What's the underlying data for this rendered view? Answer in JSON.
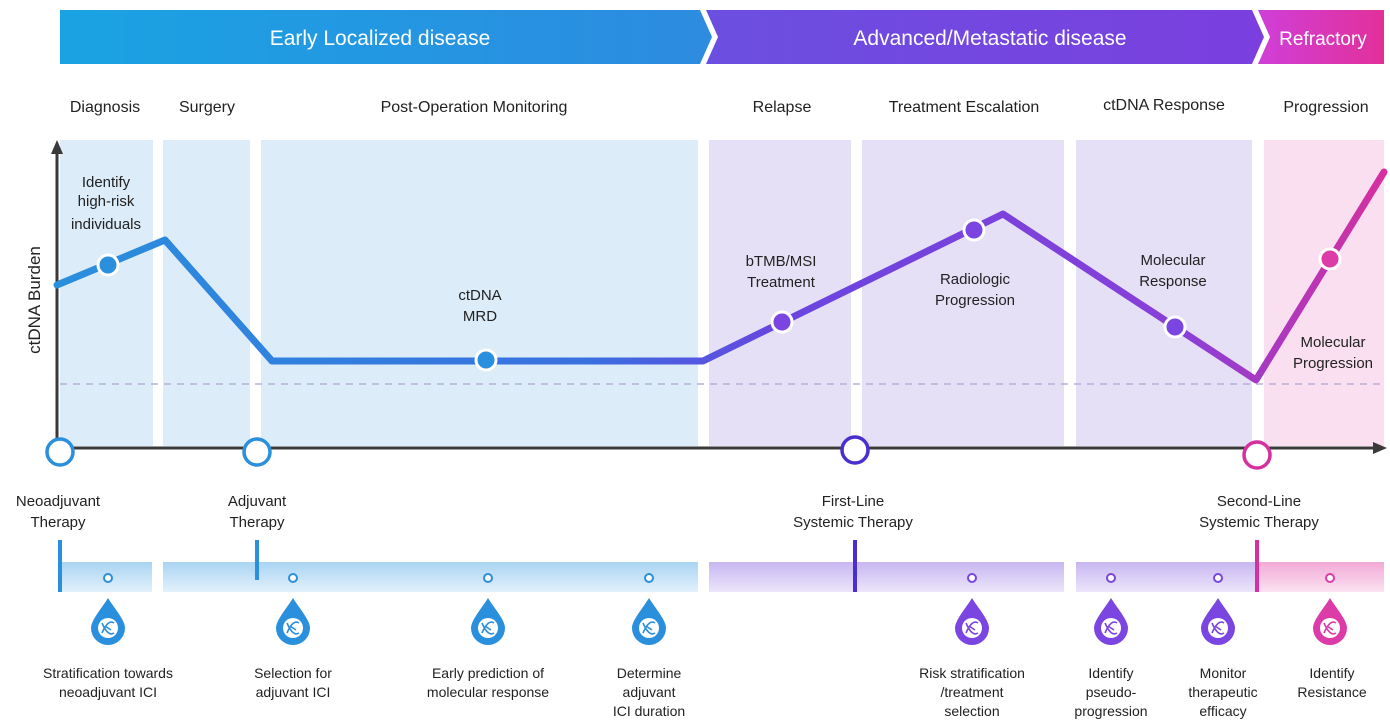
{
  "phases": [
    {
      "label": "Early Localized disease",
      "color_a": "#1a9ee0",
      "color_b": "#3a8fe0"
    },
    {
      "label": "Advanced/Metastatic disease",
      "color_a": "#5e4fd9",
      "color_b": "#7b3fe0"
    },
    {
      "label": "Refractory",
      "color_a": "#d93fd0",
      "color_b": "#e0309f"
    }
  ],
  "stages": [
    "Diagnosis",
    "Surgery",
    "Post-Operation Monitoring",
    "Relapse",
    "Treatment Escalation",
    "ctDNA Response",
    "Progression"
  ],
  "y_axis_label": "ctDNA Burden",
  "curve_annotations": [
    {
      "lines": [
        "Identify",
        "high-risk",
        "individuals"
      ]
    },
    {
      "lines": [
        "ctDNA",
        "MRD"
      ]
    },
    {
      "lines": [
        "bTMB/MSI",
        "Treatment"
      ]
    },
    {
      "lines": [
        "Radiologic",
        "Progression"
      ]
    },
    {
      "lines": [
        "Molecular",
        "Response"
      ]
    },
    {
      "lines": [
        "Molecular",
        "Progression"
      ]
    }
  ],
  "therapies": [
    {
      "lines": [
        "Neoadjuvant",
        "Therapy"
      ]
    },
    {
      "lines": [
        "Adjuvant",
        "Therapy"
      ]
    },
    {
      "lines": [
        "First-Line",
        "Systemic Therapy"
      ]
    },
    {
      "lines": [
        "Second-Line",
        "Systemic Therapy"
      ]
    }
  ],
  "applications": [
    {
      "lines": [
        "Stratification towards",
        "neoadjuvant ICI"
      ]
    },
    {
      "lines": [
        "Selection for",
        "adjuvant ICI"
      ]
    },
    {
      "lines": [
        "Early prediction of",
        "molecular response"
      ]
    },
    {
      "lines": [
        "Determine",
        "adjuvant",
        "ICI duration"
      ]
    },
    {
      "lines": [
        "Risk stratification",
        "/treatment",
        "selection"
      ]
    },
    {
      "lines": [
        "Identify",
        "pseudo-",
        "progression"
      ]
    },
    {
      "lines": [
        "Monitor",
        "therapeutic",
        "efficacy"
      ]
    },
    {
      "lines": [
        "Identify",
        "Resistance"
      ]
    }
  ],
  "icons": {
    "drop": "dna-droplet-icon",
    "marker": "timeline-marker-icon"
  },
  "colors": {
    "blue": "#2a8fdc",
    "purple": "#6a3fe0",
    "magenta": "#d6309f",
    "axis": "#3a3a3a"
  }
}
